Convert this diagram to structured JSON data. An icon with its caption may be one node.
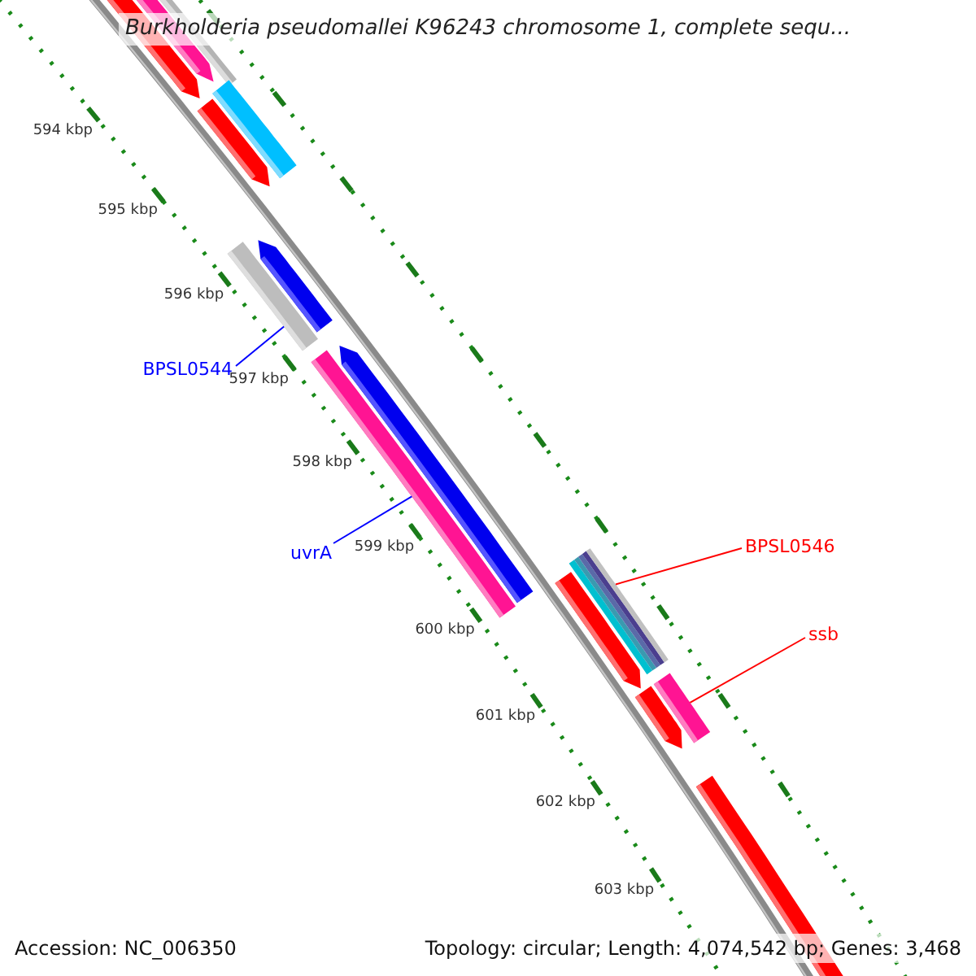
{
  "diagram": {
    "title": "Burkholderia pseudomallei K96243 chromosome 1, complete sequ...",
    "nodes": [
      {
        "text": [
          "BPSL0544"
        ]
      },
      {
        "text": [],
        "shape": "bar"
      },
      {
        "text": [
          "uvrA"
        ]
      },
      {
        "text": [],
        "shape": "bar"
      },
      {
        "text": [
          "BPSL0546"
        ]
      },
      {
        "text": [],
        "shape": "bar"
      },
      {
        "text": [
          "ssb"
        ]
      },
      {
        "text": [],
        "shape": "bar"
      }
    ],
    "edges": [
      {
        "from": 0,
        "to": 1,
        "arrow": "none",
        "color": "#0000ff"
      },
      {
        "from": 2,
        "to": 3,
        "arrow": "none",
        "color": "#0000ff"
      },
      {
        "from": 4,
        "to": 5,
        "arrow": "none",
        "color": "#ff0000"
      },
      {
        "from": 6,
        "to": 7,
        "arrow": "none",
        "color": "#ff0000"
      }
    ],
    "labels": [
      "594 kbp",
      "595 kbp",
      "596 kbp",
      "597 kbp",
      "598 kbp",
      "599 kbp",
      "600 kbp",
      "601 kbp",
      "602 kbp",
      "603 kbp",
      "Accession: NC_006350",
      "Topology: circular; Length: 4,074,542 bp; Genes: 3,468"
    ]
  }
}
